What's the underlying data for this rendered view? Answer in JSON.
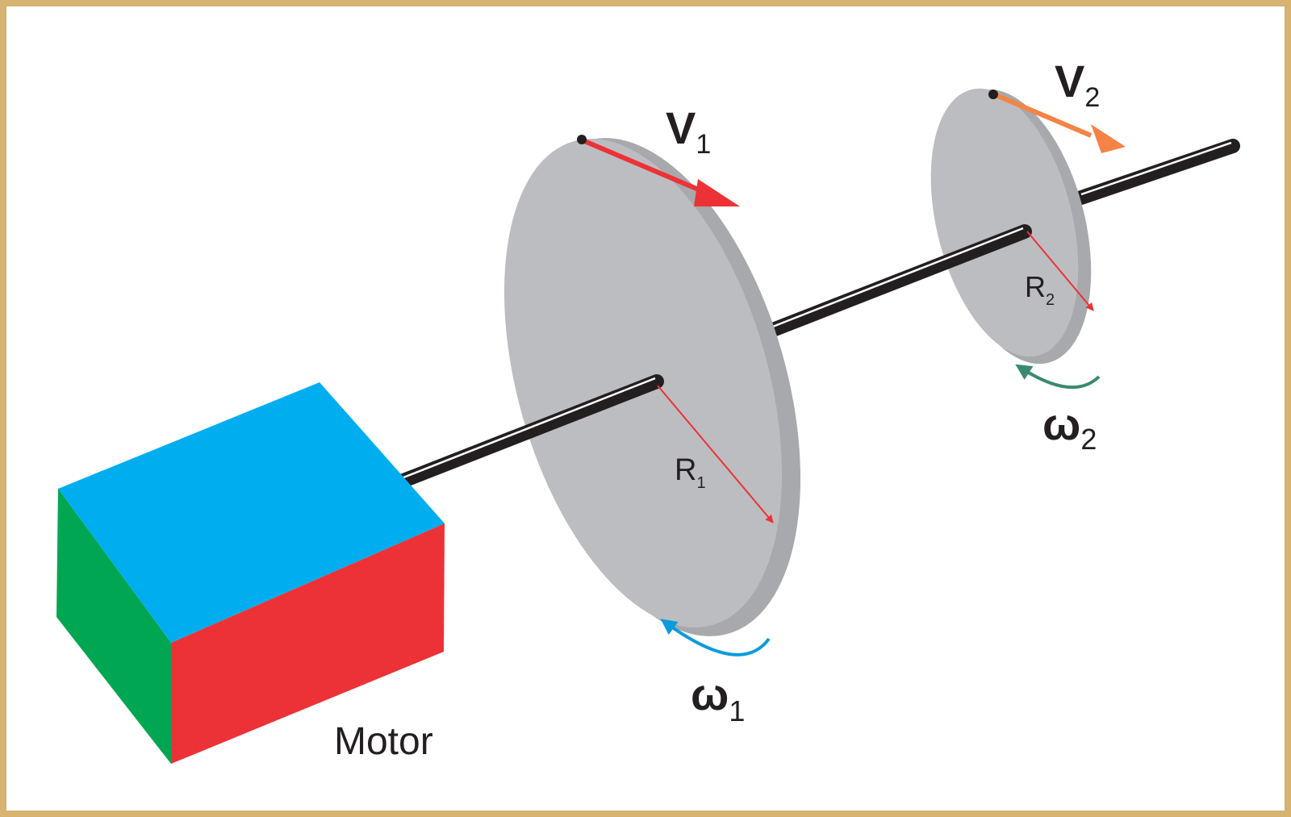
{
  "labels": {
    "motor": "Motor",
    "v1": "V",
    "v1_sub": "1",
    "v2": "V",
    "v2_sub": "2",
    "r1": "R",
    "r1_sub": "1",
    "r2": "R",
    "r2_sub": "2",
    "omega1": "ω",
    "omega1_sub": "1",
    "omega2": "ω",
    "omega2_sub": "2"
  },
  "colors": {
    "frame": "#d6b370",
    "motor_top": "#00aeef",
    "motor_front": "#ed3237",
    "motor_side": "#00a651",
    "disk_face": "#bcbdc0",
    "disk_edge": "#a7a9ac",
    "shaft": "#231f20",
    "v1_arrow": "#ed3237",
    "v2_arrow": "#f58345",
    "radius_arrow": "#ed3237",
    "omega1_arrow": "#0a9bdc",
    "omega2_arrow": "#3a8a6e"
  }
}
